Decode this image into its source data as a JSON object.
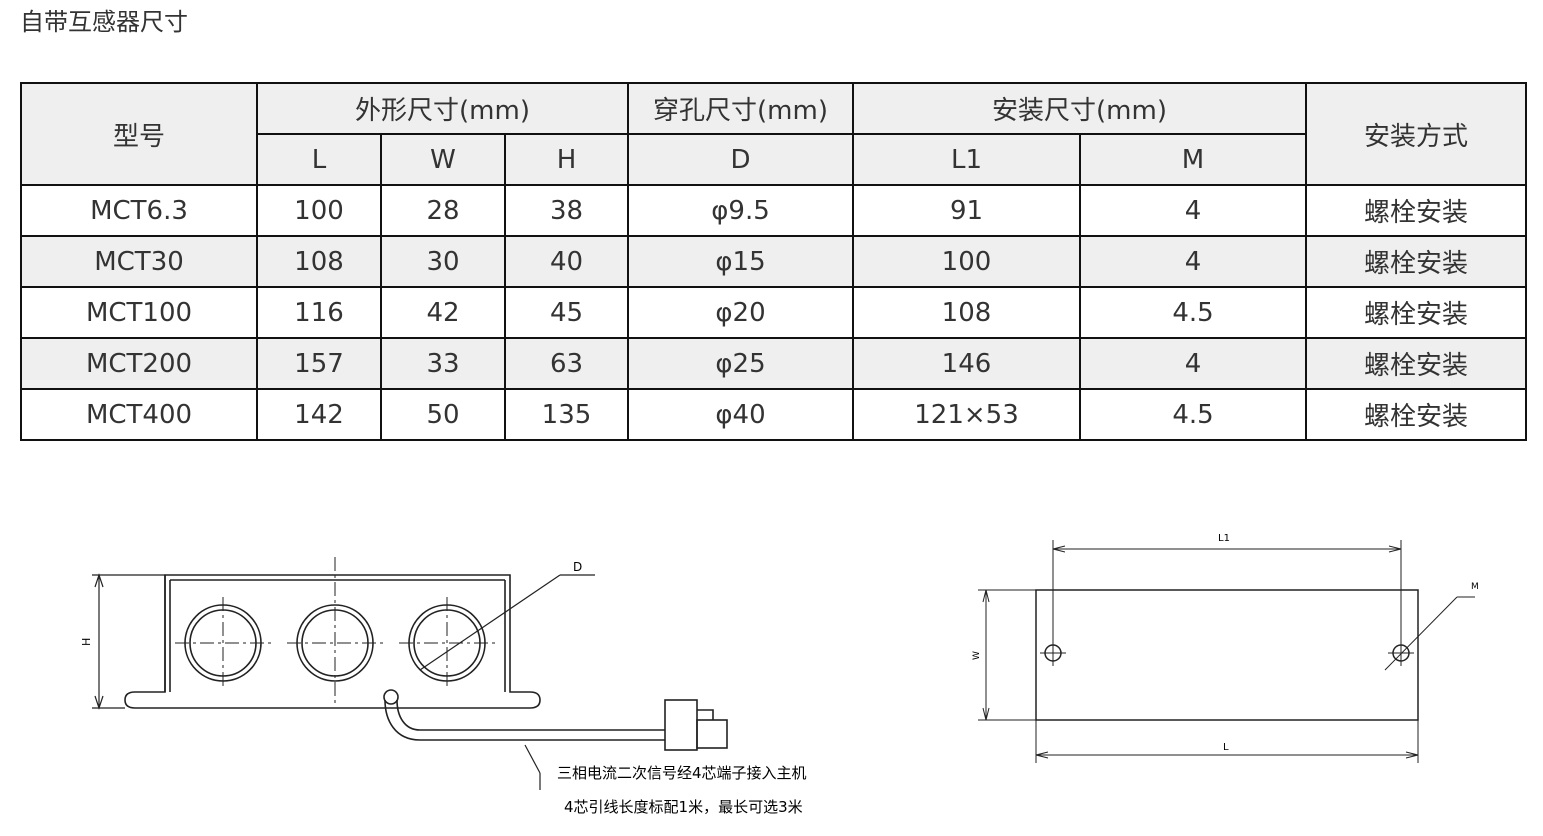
{
  "title": "自带互感器尺寸",
  "table": {
    "header_model": "型号",
    "header_outer": "外形尺寸(mm)",
    "header_hole": "穿孔尺寸(mm)",
    "header_install": "安装尺寸(mm)",
    "header_method": "安装方式",
    "sub_L": "L",
    "sub_W": "W",
    "sub_H": "H",
    "sub_D": "D",
    "sub_L1": "L1",
    "sub_M": "M",
    "rows": [
      {
        "model": "MCT6.3",
        "L": "100",
        "W": "28",
        "H": "38",
        "D": "φ9.5",
        "L1": "91",
        "M": "4",
        "method": "螺栓安装"
      },
      {
        "model": "MCT30",
        "L": "108",
        "W": "30",
        "H": "40",
        "D": "φ15",
        "L1": "100",
        "M": "4",
        "method": "螺栓安装"
      },
      {
        "model": "MCT100",
        "L": "116",
        "W": "42",
        "H": "45",
        "D": "φ20",
        "L1": "108",
        "M": "4.5",
        "method": "螺栓安装"
      },
      {
        "model": "MCT200",
        "L": "157",
        "W": "33",
        "H": "63",
        "D": "φ25",
        "L1": "146",
        "M": "4",
        "method": "螺栓安装"
      },
      {
        "model": "MCT400",
        "L": "142",
        "W": "50",
        "H": "135",
        "D": "φ40",
        "L1": "121×53",
        "M": "4.5",
        "method": "螺栓安装"
      }
    ]
  },
  "drawing_left": {
    "label_D": "D",
    "label_H": "H",
    "note_1": "三相电流二次信号经4芯端子接入主机",
    "note_2": "4芯引线长度标配1米，最长可选3米"
  },
  "drawing_right": {
    "label_L1": "L1",
    "label_L": "L",
    "label_W": "W",
    "label_M": "M"
  }
}
